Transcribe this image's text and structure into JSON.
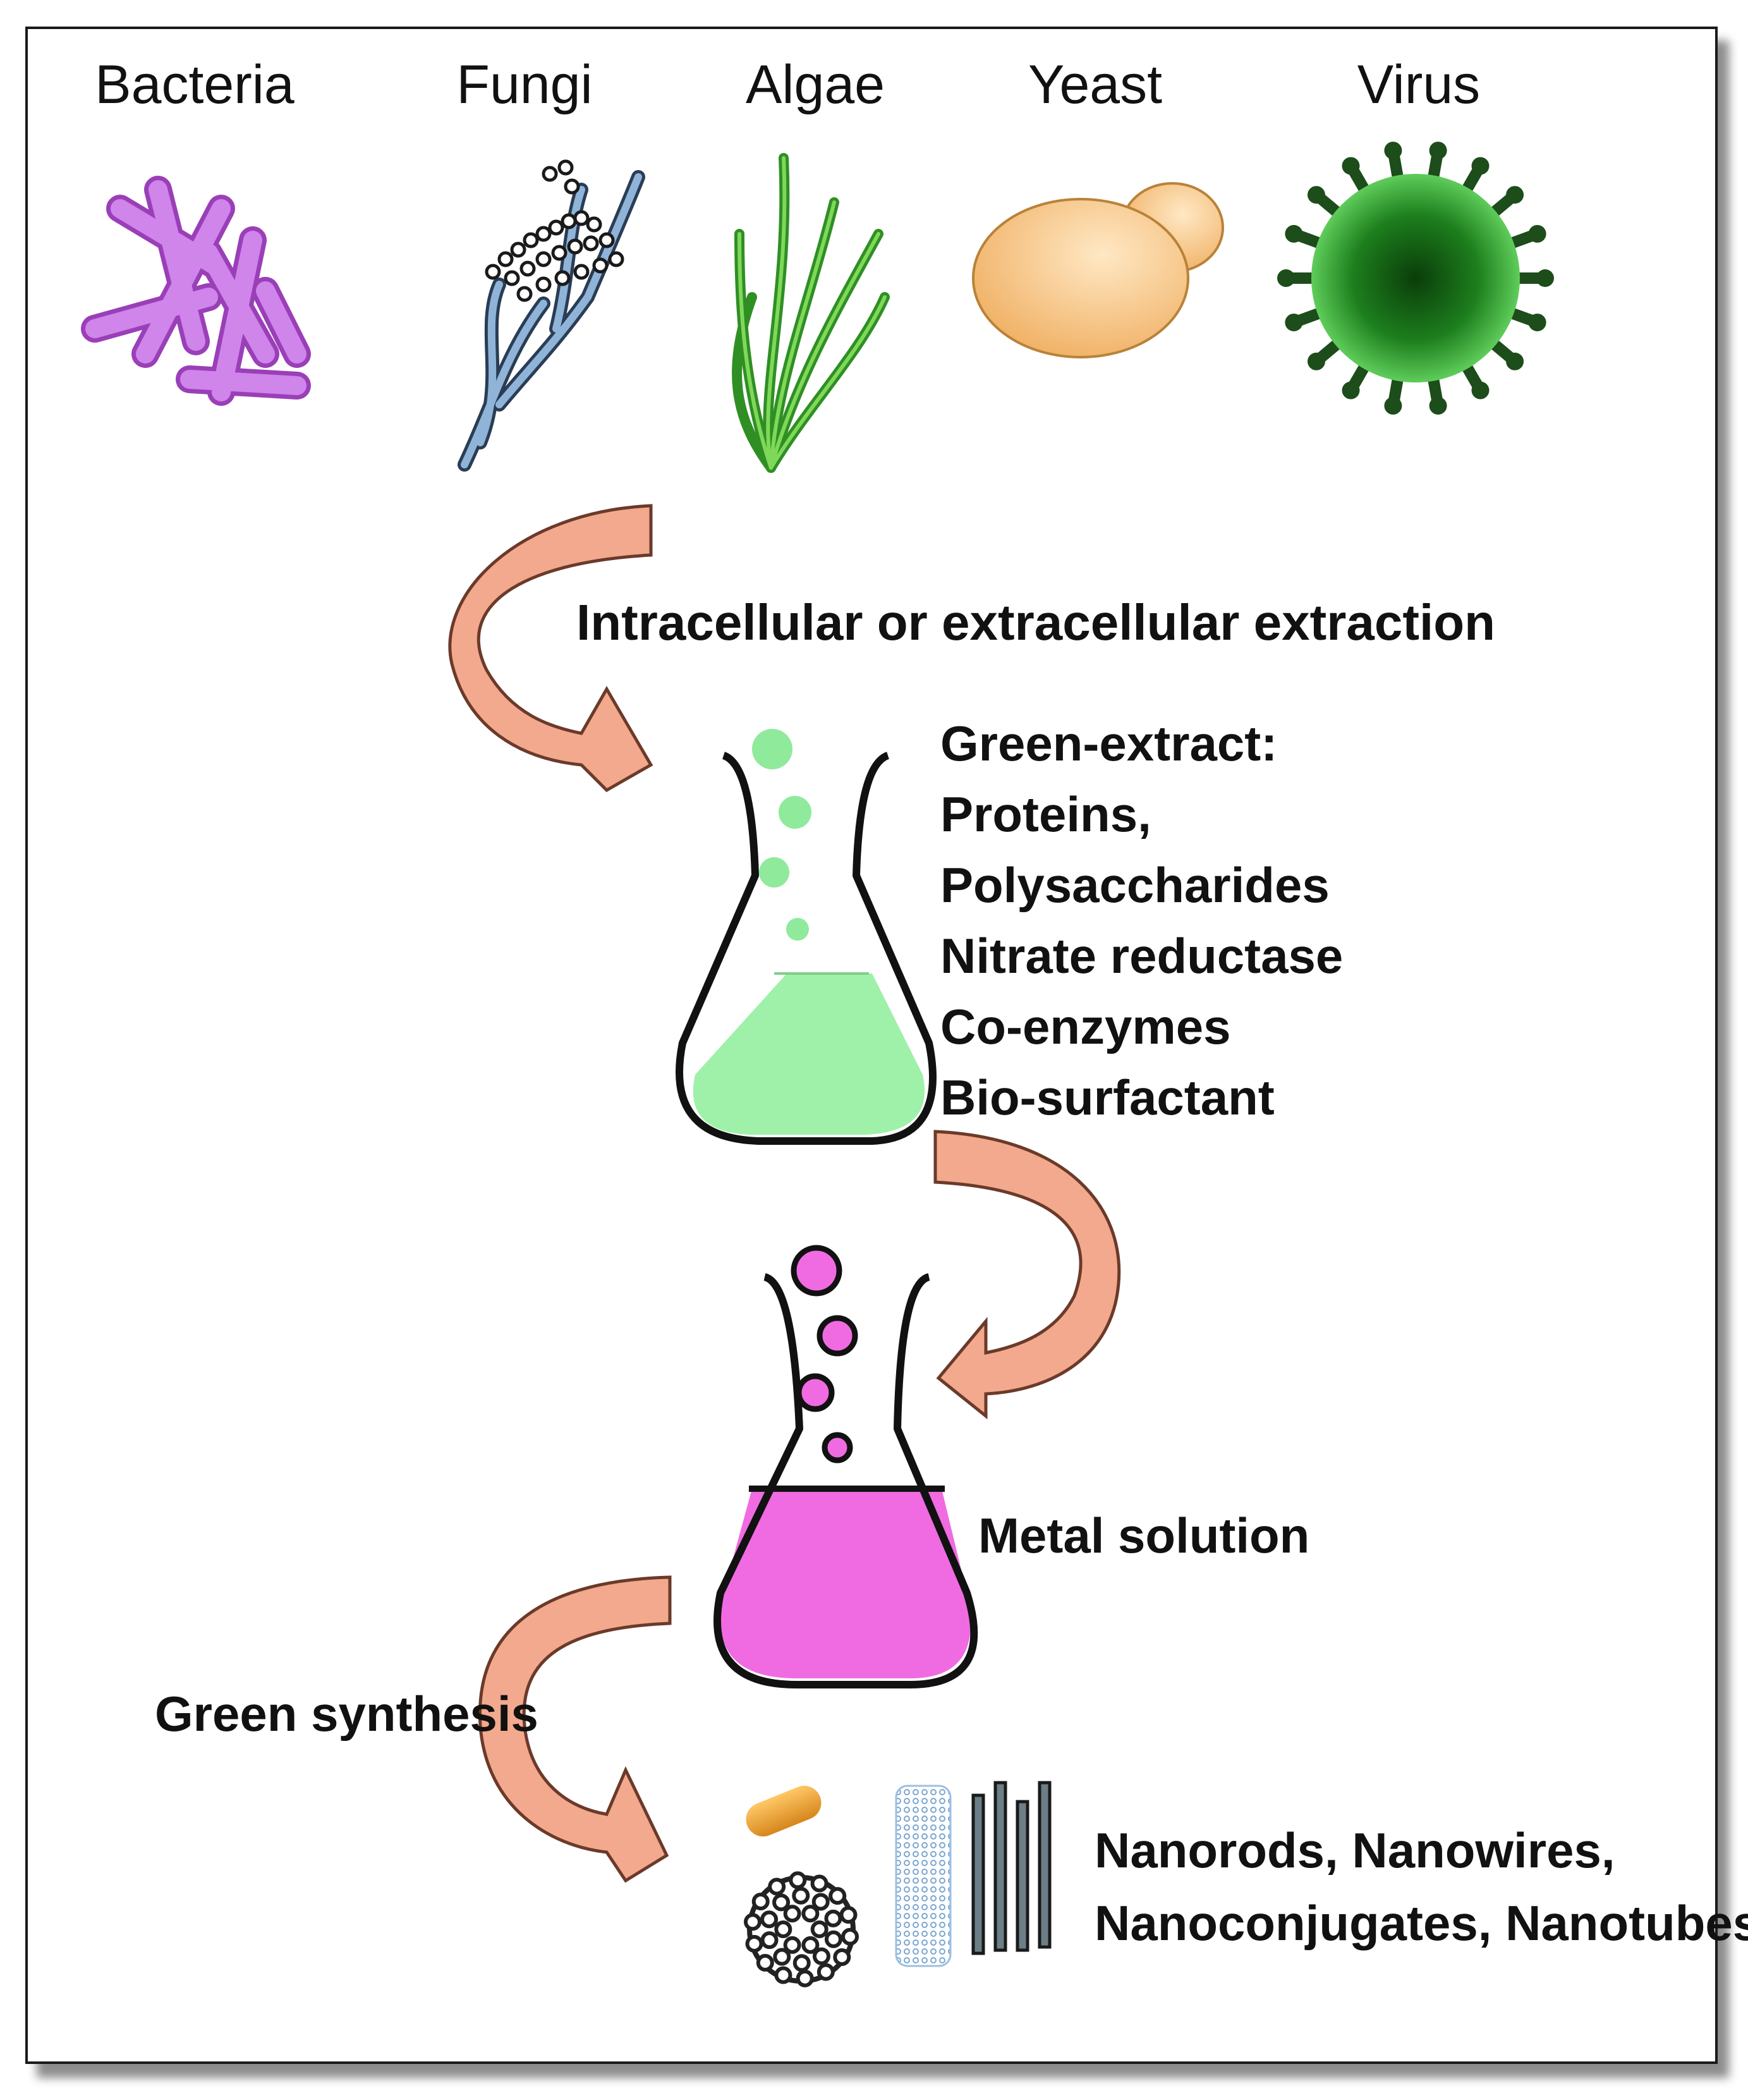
{
  "organisms": [
    {
      "name": "Bacteria",
      "icon": "bacteria-icon"
    },
    {
      "name": "Fungi",
      "icon": "fungi-icon"
    },
    {
      "name": "Algae",
      "icon": "algae-icon"
    },
    {
      "name": "Yeast",
      "icon": "yeast-icon"
    },
    {
      "name": "Virus",
      "icon": "virus-icon"
    }
  ],
  "step_extraction": "Intracellular or extracellular extraction",
  "green_extract": {
    "heading": "Green-extract:",
    "items": [
      "Proteins,",
      "Polysaccharides",
      "Nitrate reductase",
      "Co-enzymes",
      "Bio-surfactant"
    ]
  },
  "metal_solution": "Metal solution",
  "green_synthesis": "Green synthesis",
  "nanostructures": {
    "line1": "Nanorods, Nanowires,",
    "line2": "Nanoconjugates,  Nanotubes"
  },
  "colors": {
    "bacteria": "#c77be0",
    "fungi": "#6f8fb8",
    "algae": "#3fae2e",
    "yeast": "#f1b86c",
    "virus": "#2fa12a",
    "arrow": "#f2a98d",
    "green_liquid": "#9ff0a9",
    "metal_liquid": "#f06be2",
    "nanorod": "#f0a12c"
  }
}
